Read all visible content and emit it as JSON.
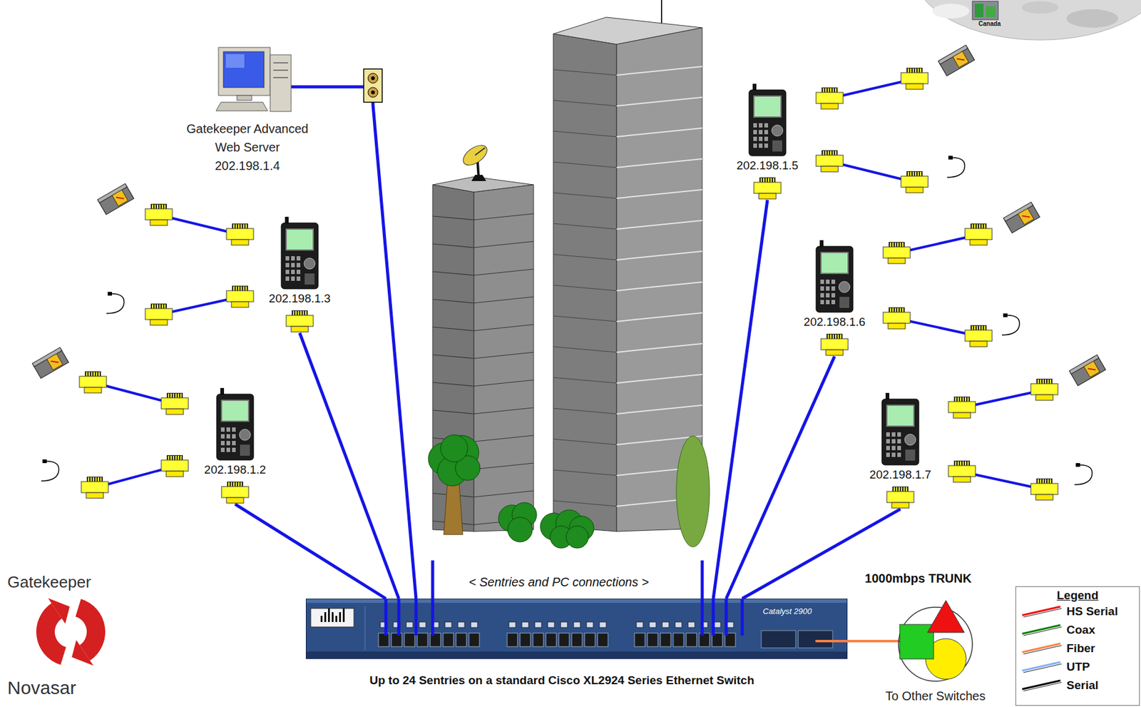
{
  "diagram": {
    "caption": "Up to 24 Sentries on a standard Cisco XL2924 Series Ethernet Switch",
    "nodes": [
      {
        "text": [
          "Gatekeeper Advanced Web Server",
          "202.198.1.4"
        ]
      },
      {
        "text": [
          "202.198.1.5"
        ]
      },
      {
        "text": [
          "202.198.1.3"
        ]
      },
      {
        "text": [
          "202.198.1.6"
        ]
      },
      {
        "text": [
          "202.198.1.2"
        ]
      },
      {
        "text": [
          "202.198.1.7"
        ]
      },
      {
        "text": [
          "Catalyst 2900"
        ]
      },
      {
        "text": [
          "To Other Switches"
        ]
      }
    ],
    "edges": [
      {
        "from": 0,
        "to": 6,
        "arrow": "none"
      },
      {
        "from": 1,
        "to": 6,
        "arrow": "none"
      },
      {
        "from": 2,
        "to": 6,
        "arrow": "none"
      },
      {
        "from": 3,
        "to": 6,
        "arrow": "none"
      },
      {
        "from": 4,
        "to": 6,
        "arrow": "none"
      },
      {
        "from": 5,
        "to": 6,
        "arrow": "none"
      },
      {
        "from": 6,
        "to": 7,
        "arrow": "none",
        "label": "1000mbps TRUNK"
      }
    ],
    "labels": [
      "Canada",
      "< Sentries and PC connections >",
      "Gatekeeper",
      "Novasar",
      "Legend"
    ],
    "legend": [
      {
        "text": "HS Serial",
        "color": "#ff0000"
      },
      {
        "text": "Coax",
        "color": "#008000"
      },
      {
        "text": "Fiber",
        "color": "#ff8040"
      },
      {
        "text": "UTP",
        "color": "#80b0ff"
      },
      {
        "text": "Serial",
        "color": "#000000"
      }
    ]
  }
}
